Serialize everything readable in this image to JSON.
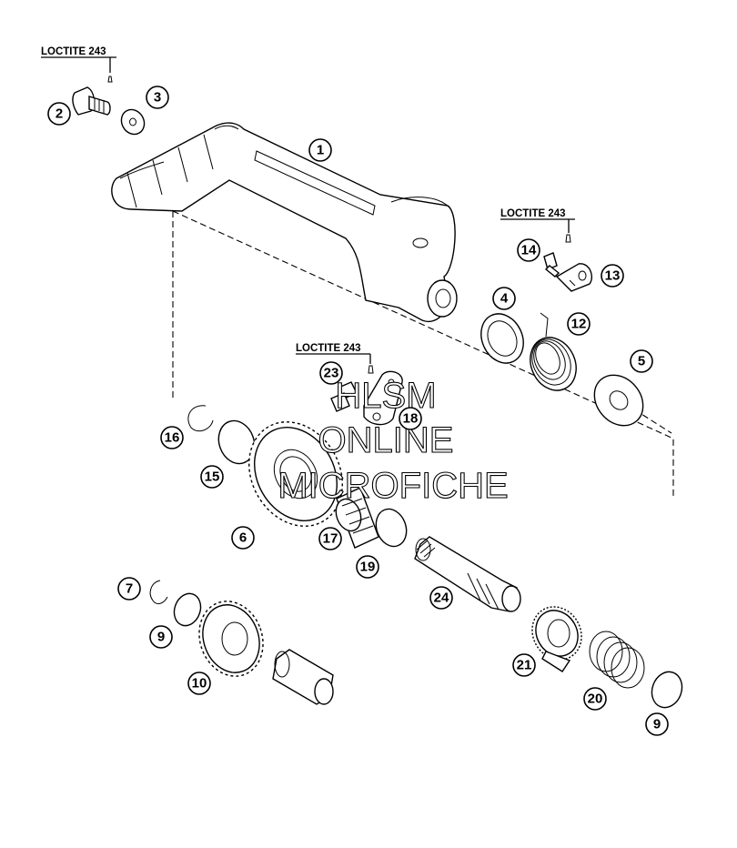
{
  "loctite_labels": [
    "LOCTITE 243",
    "LOCTITE 243",
    "LOCTITE 243"
  ],
  "callouts": [
    "1",
    "2",
    "3",
    "4",
    "5",
    "6",
    "7",
    "9",
    "9",
    "10",
    "12",
    "13",
    "14",
    "15",
    "16",
    "17",
    "18",
    "19",
    "20",
    "21",
    "23",
    "24"
  ],
  "watermark": {
    "line1": "HLSM",
    "line2": "ONLINE",
    "line3": "MICROFICHE"
  }
}
